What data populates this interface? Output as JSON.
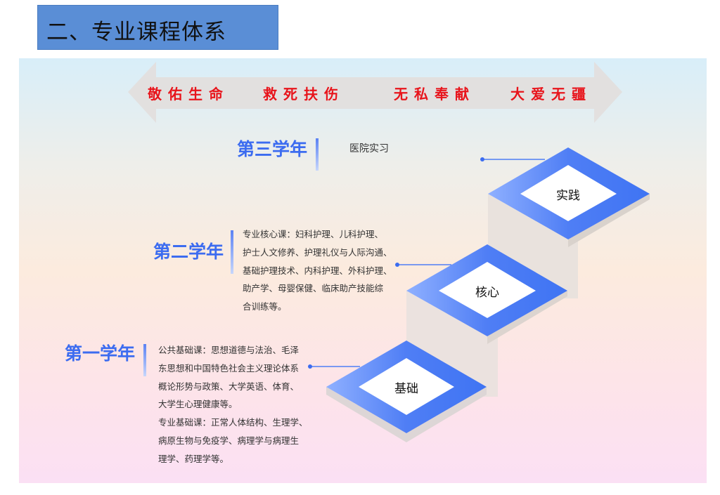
{
  "header": {
    "title": "二、专业课程体系"
  },
  "banner": {
    "slogans": [
      "敬佑生命",
      "救死扶伤",
      "无私奉献",
      "大爱无疆"
    ]
  },
  "years": [
    {
      "label": "第三学年",
      "step": "实践",
      "lines": [
        "医院实习"
      ]
    },
    {
      "label": "第二学年",
      "step": "核心",
      "lines": [
        "专业核心课：妇科护理、儿科护理、",
        "护士人文修养、护理礼仪与人际沟通、",
        "基础护理技术、内科护理、外科护理、",
        "助产学、母婴保健、临床助产技能综",
        "合训练等。"
      ]
    },
    {
      "label": "第一学年",
      "step": "基础",
      "lines": [
        "公共基础课：思想道德与法治、毛泽",
        "东思想和中国特色社会主义理论体系",
        "概论形势与政策、大学英语、体育、",
        "大学生心理健康等。",
        "专业基础课：正常人体结构、生理学、",
        "病原生物与免疫学、病理学与病理生",
        "理学、药理学等。"
      ]
    }
  ],
  "colors": {
    "accent": "#3c6cf0",
    "slogan": "#e8141b",
    "header_bg": "#5a8ed6"
  }
}
